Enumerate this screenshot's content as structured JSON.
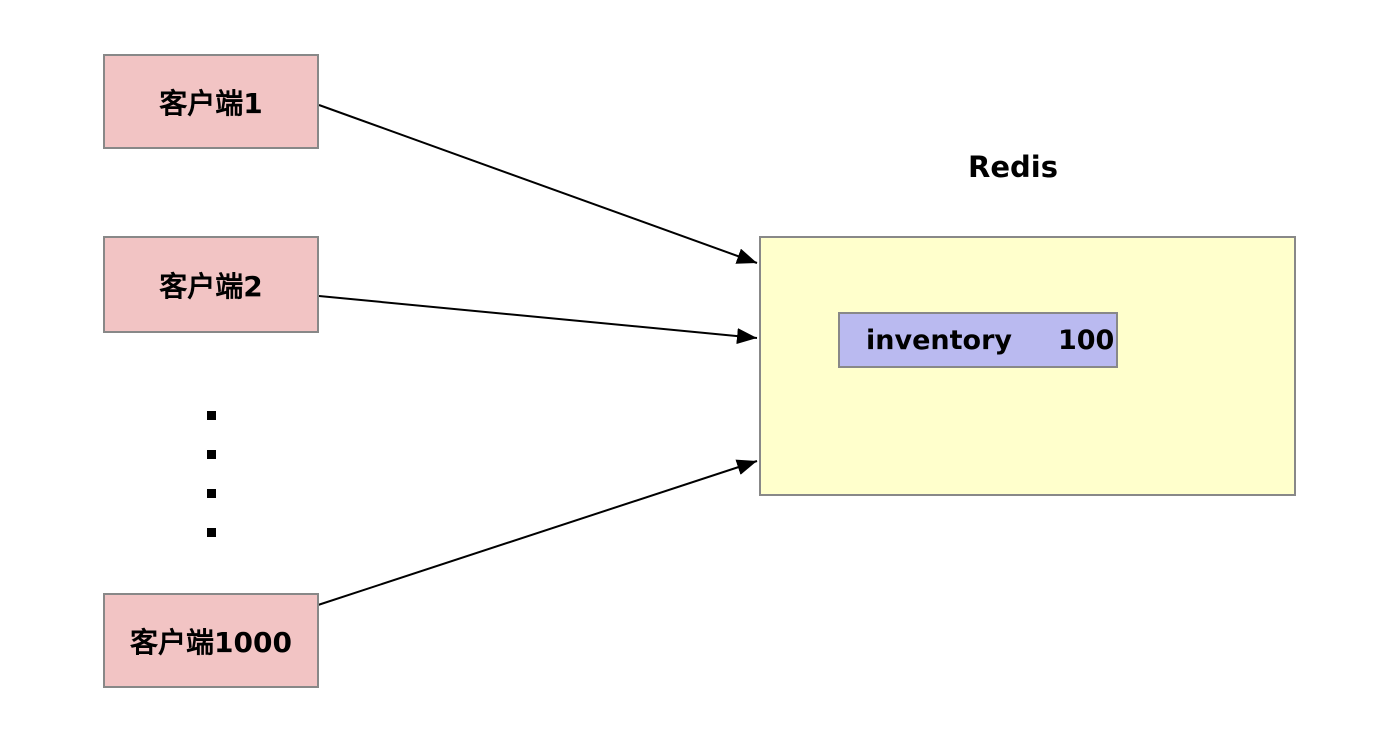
{
  "diagram": {
    "clients": [
      {
        "label": "客户端1"
      },
      {
        "label": "客户端2"
      },
      {
        "label": "客户端1000"
      }
    ],
    "ellipsis_dot_count": 4,
    "redis": {
      "title": "Redis",
      "entry": {
        "key": "inventory",
        "value": "100"
      }
    },
    "colors": {
      "client_fill": "#f2c4c4",
      "redis_fill": "#ffffcc",
      "entry_fill": "#babaf0",
      "node_border": "#888888",
      "arrow": "#000000",
      "background": "#ffffff"
    }
  }
}
